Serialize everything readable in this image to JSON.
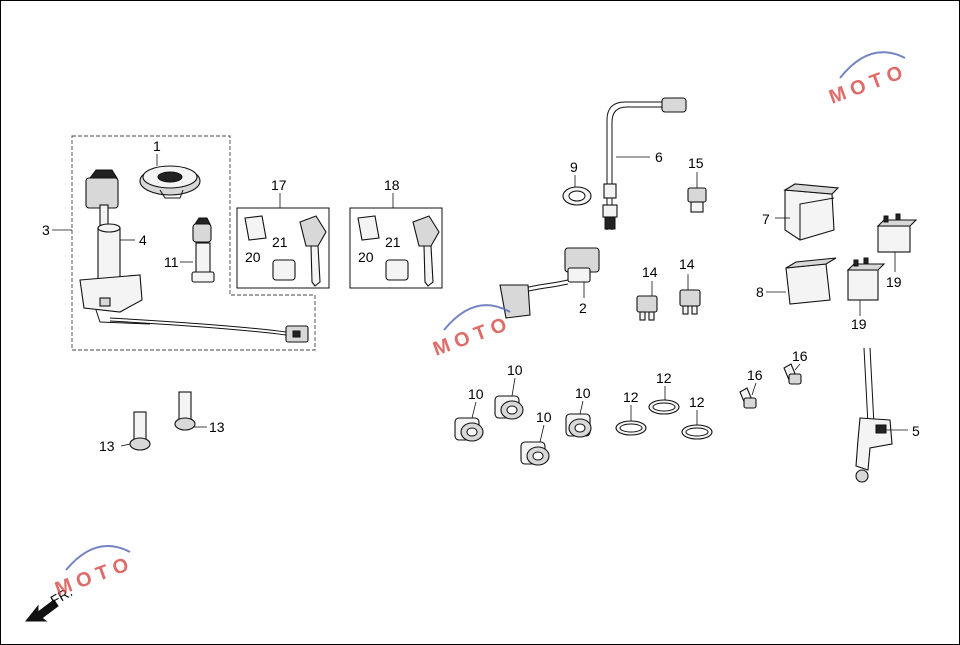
{
  "callouts": {
    "c1": "1",
    "c2": "2",
    "c3": "3",
    "c4": "4",
    "c5": "5",
    "c6": "6",
    "c7": "7",
    "c8": "8",
    "c9": "9",
    "c10a": "10",
    "c10b": "10",
    "c10c": "10",
    "c10d": "10",
    "c11": "11",
    "c12a": "12",
    "c12b": "12",
    "c12c": "12",
    "c13a": "13",
    "c13b": "13",
    "c14a": "14",
    "c14b": "14",
    "c15": "15",
    "c16a": "16",
    "c16b": "16",
    "c17": "17",
    "c18": "18",
    "c19a": "19",
    "c19b": "19",
    "c20a": "20",
    "c20b": "20",
    "c21a": "21",
    "c21b": "21"
  },
  "direction_label": "FR.",
  "watermark": {
    "text": "MOTO",
    "color": "#d9534f",
    "accent_color": "#5b6fb8"
  }
}
